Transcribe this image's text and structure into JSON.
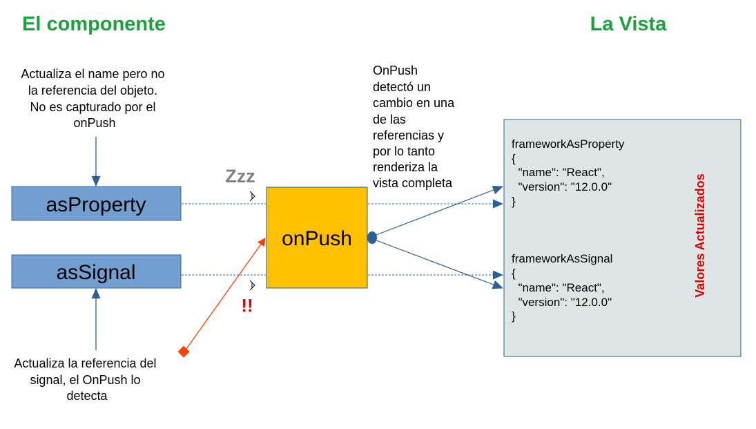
{
  "headings": {
    "component": "El componente",
    "view": "La Vista"
  },
  "notes": {
    "property_note": [
      "Actualiza el name pero no",
      "la referencia del objeto.",
      "No es capturado por el",
      "onPush"
    ],
    "signal_note": [
      "Actualiza la referencia del",
      "signal, el OnPush lo",
      "detecta"
    ],
    "onpush_note": [
      "OnPush",
      "detectó un",
      "cambio en una",
      "de las",
      "referencias y",
      "por lo tanto",
      "renderiza la",
      "vista completa"
    ]
  },
  "boxes": {
    "as_property": "asProperty",
    "as_signal": "asSignal",
    "on_push": "onPush"
  },
  "indicators": {
    "sleep": "Zzz",
    "alert": "!!"
  },
  "view_panel": {
    "property_block": [
      "frameworkAsProperty",
      "{",
      "  \"name\": \"React\",",
      "  \"version\": \"12.0.0\"",
      "}"
    ],
    "signal_block": [
      "frameworkAsSignal",
      "{",
      "  \"name\": \"React\",",
      "  \"version\": \"12.0.0\"",
      "}"
    ],
    "side_label": "Valores Actualizados"
  },
  "colors": {
    "heading_green": "#1aa33a",
    "box_blue": "#729fcf",
    "box_border": "#3465a4",
    "onpush_fill": "#ffc000",
    "onpush_border": "#2a6099",
    "panel_fill": "#dee6e5",
    "panel_border": "#2a6099",
    "arrow_blue": "#2a6099",
    "arrow_red": "#ff4000",
    "alert_red": "#e00000",
    "zzz_gray": "#808080",
    "side_label_red": "#e00000"
  }
}
